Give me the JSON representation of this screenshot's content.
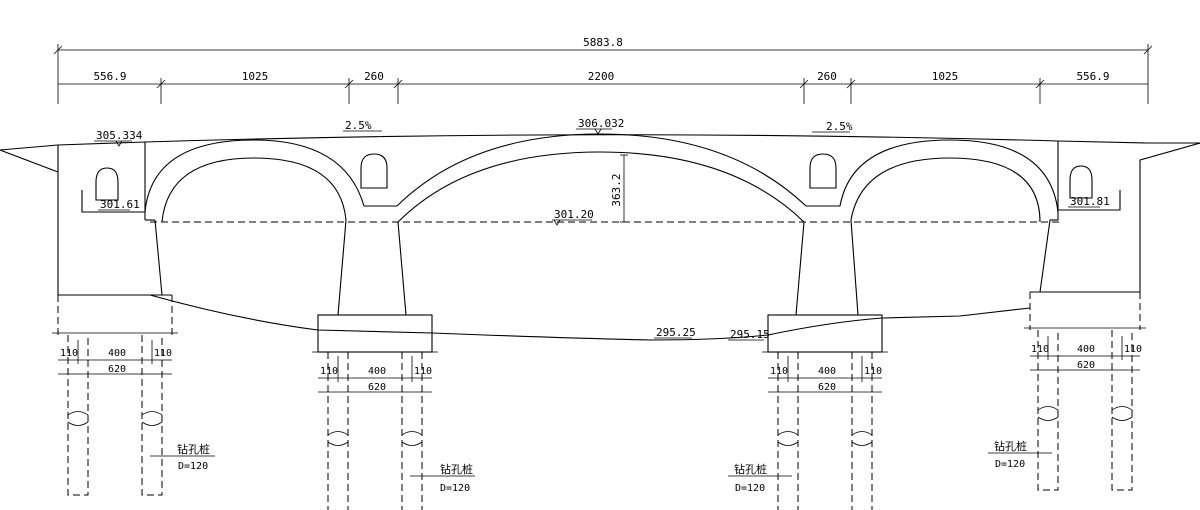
{
  "dimensions": {
    "total": "5883.8",
    "spans": [
      "556.9",
      "1025",
      "260",
      "2200",
      "260",
      "1025",
      "556.9"
    ]
  },
  "elevations": {
    "deck_left": "305.334",
    "deck_center": "306.032",
    "abut_left": "301.61",
    "abut_right": "301.81",
    "springing": "301.20",
    "ground_left": "295.25",
    "ground_right": "295.15"
  },
  "slopes": {
    "left": "2.5%",
    "right": "2.5%"
  },
  "rise": "363.2",
  "foundation": {
    "edge": "110",
    "mid": "400",
    "width": "620"
  },
  "pile": {
    "name": "钻孔桩",
    "diameter": "D=120"
  }
}
